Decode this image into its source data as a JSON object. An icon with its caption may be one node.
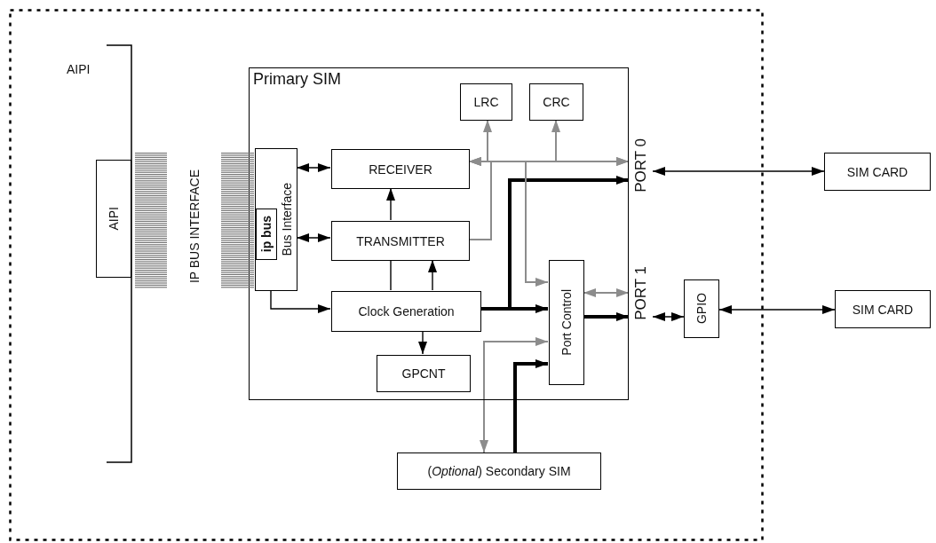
{
  "diagram": {
    "nodes": [
      {
        "text": [],
        "shape": "box"
      },
      {
        "text": [
          "AIPI"
        ],
        "in": 0
      },
      {
        "text": [
          "AIPI"
        ],
        "in": 1
      },
      {
        "text": [
          "Primary SIM"
        ],
        "in": 0
      },
      {
        "text": [
          "Bus Interface"
        ],
        "in": 3
      },
      {
        "text": [
          "ip bus"
        ],
        "in": 4
      },
      {
        "text": [
          "RECEIVER"
        ],
        "in": 3
      },
      {
        "text": [
          "TRANSMITTER"
        ],
        "in": 3
      },
      {
        "text": [
          "Clock Generation"
        ],
        "in": 3
      },
      {
        "text": [
          "GPCNT"
        ],
        "in": 3
      },
      {
        "text": [
          "LRC"
        ],
        "in": 3
      },
      {
        "text": [
          "CRC"
        ],
        "in": 3
      },
      {
        "text": [
          "Port Control"
        ],
        "in": 3
      },
      {
        "text": [
          "(*Optional*) Secondary SIM"
        ],
        "in": 0
      },
      {
        "text": [
          "GPIO"
        ],
        "in": 0
      },
      {
        "text": [
          "SIM CARD"
        ]
      },
      {
        "text": [
          "SIM CARD"
        ]
      },
      {
        "text": [
          "PORT 0"
        ],
        "in": 0
      },
      {
        "text": [
          "PORT 1"
        ],
        "in": 0
      },
      {
        "text": [],
        "shape": "bar",
        "in": 0
      },
      {
        "text": [],
        "shape": "bar",
        "in": 0
      }
    ],
    "edges": [
      {
        "from": 4,
        "to": 6,
        "arrow": "both"
      },
      {
        "from": 4,
        "to": 7,
        "arrow": "both"
      },
      {
        "from": 4,
        "to": 8,
        "arrow": "to"
      },
      {
        "from": 7,
        "to": 6,
        "arrow": "to"
      },
      {
        "from": 8,
        "to": 7,
        "arrow": "none"
      },
      {
        "from": 8,
        "to": 7,
        "arrow": "to"
      },
      {
        "from": 8,
        "to": 9,
        "arrow": "to"
      },
      {
        "from": 8,
        "to": 12,
        "arrow": "to",
        "style": "thick"
      },
      {
        "from": 8,
        "to": 17,
        "arrow": "to",
        "style": "thick"
      },
      {
        "from": 7,
        "to": 6,
        "arrow": "to",
        "color": "#8c8c8c"
      },
      {
        "from": 10,
        "to": 6,
        "arrow": "both",
        "color": "#8c8c8c"
      },
      {
        "from": 11,
        "to": 17,
        "arrow": "both",
        "color": "#8c8c8c"
      },
      {
        "from": 6,
        "to": 17,
        "arrow": "both",
        "color": "#8c8c8c"
      },
      {
        "from": 7,
        "to": 12,
        "arrow": "to",
        "color": "#8c8c8c"
      },
      {
        "from": 12,
        "to": 18,
        "arrow": "both",
        "color": "#8c8c8c"
      },
      {
        "from": 12,
        "to": 18,
        "arrow": "to",
        "style": "thick"
      },
      {
        "from": 13,
        "to": 12,
        "arrow": "to",
        "style": "thick"
      },
      {
        "from": 13,
        "to": 12,
        "arrow": "both",
        "color": "#8c8c8c"
      },
      {
        "from": 18,
        "to": 14,
        "arrow": "both"
      },
      {
        "from": 14,
        "to": 16,
        "arrow": "both"
      },
      {
        "from": 17,
        "to": 15,
        "arrow": "both"
      }
    ],
    "labels": [
      "IP BUS INTERFACE"
    ]
  }
}
